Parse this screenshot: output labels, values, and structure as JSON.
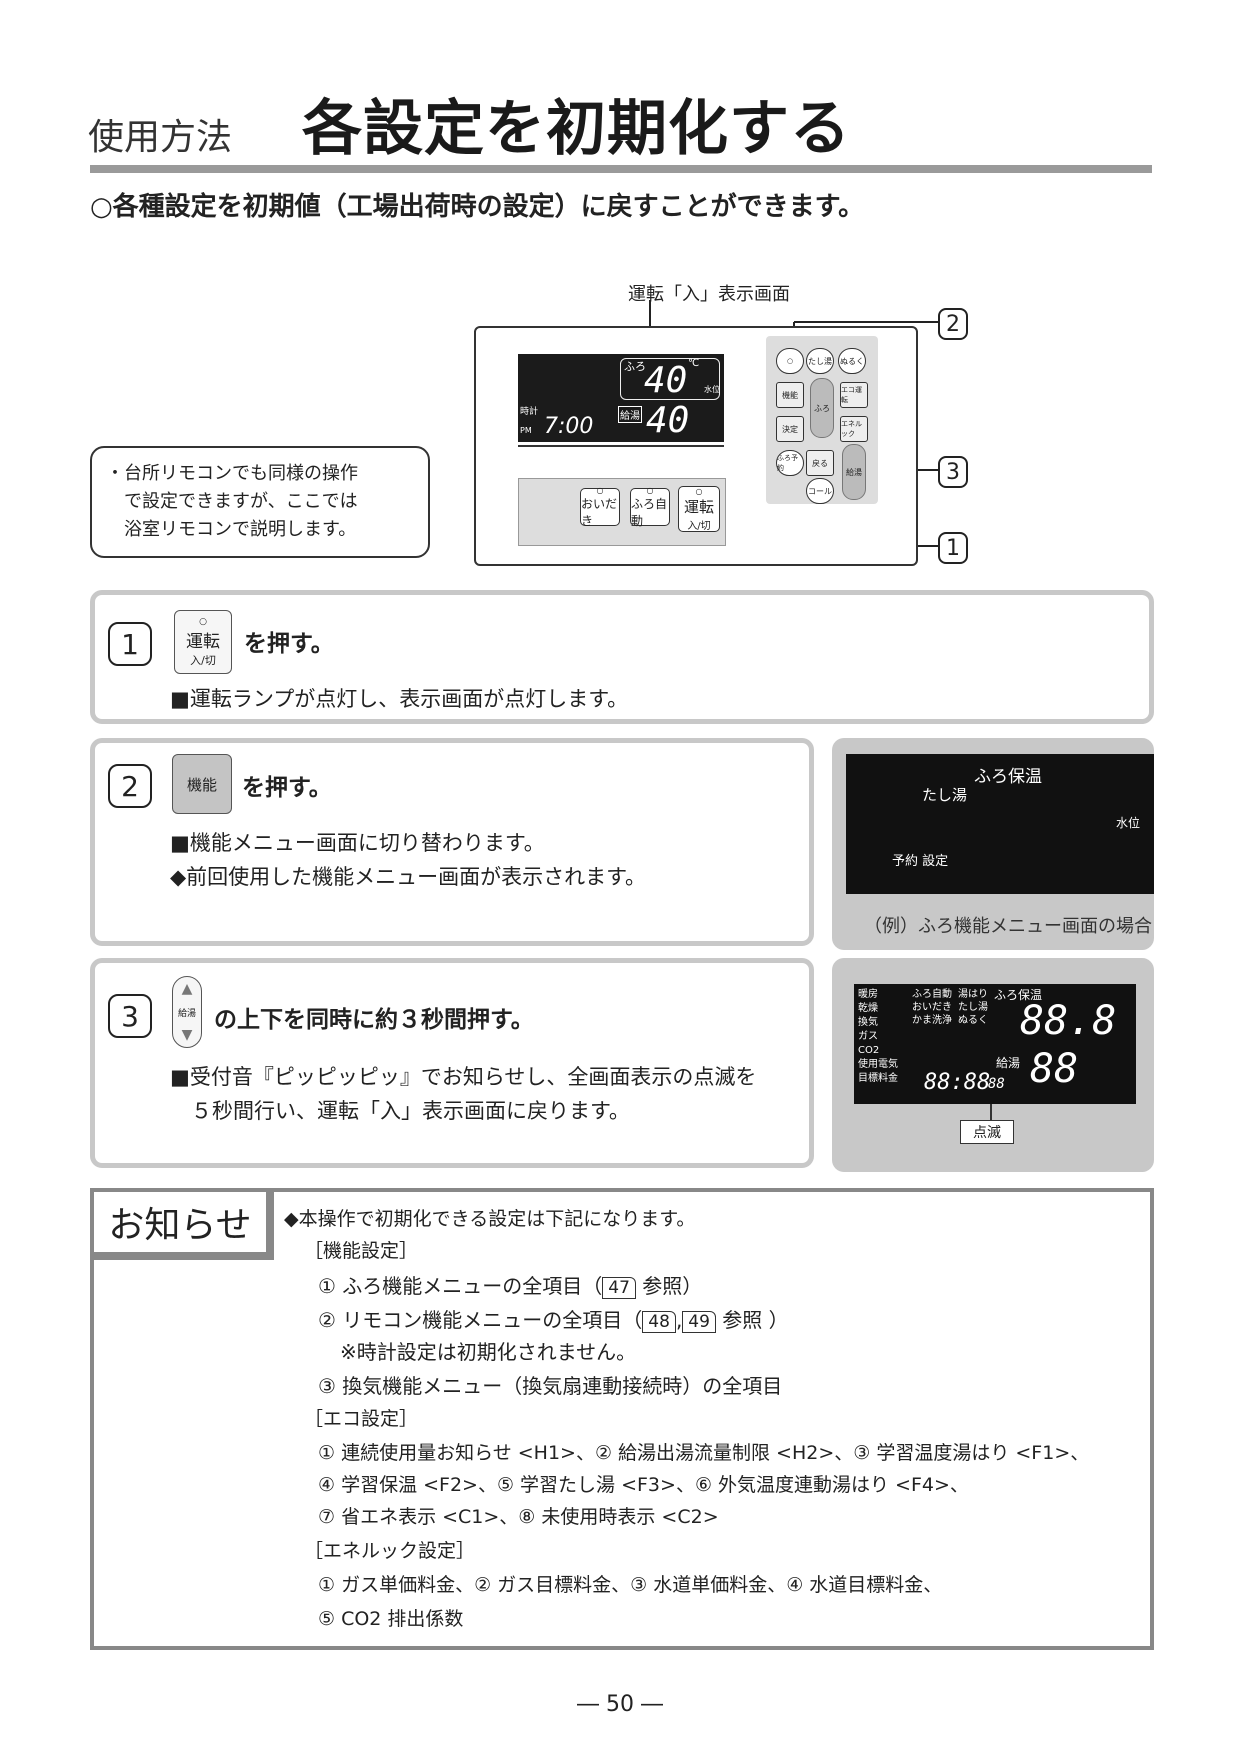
{
  "header": {
    "section": "使用方法",
    "title": "各設定を初期化する"
  },
  "intro": "○各種設定を初期値（工場出荷時の設定）に戻すことができます。",
  "diagram": {
    "screen_label": "運転「入」表示画面",
    "lcd": {
      "furo": "ふろ",
      "temp1": "40",
      "clock_label": "時計",
      "pm": "PM",
      "time": "7:00",
      "kyuto": "給湯",
      "temp2": "40",
      "unit": "℃",
      "level": "水位"
    },
    "buttons": {
      "oidaki": "おいだき",
      "furo_auto": "ふろ自動",
      "unten": "運転",
      "onoff": "入/切"
    },
    "controls": {
      "kinou": "機能",
      "kettei": "決定",
      "furo_yoyaku": "ふろ予約",
      "modoru": "戻る",
      "call": "コール",
      "tashiyu": "たし湯",
      "nuruku": "ぬるく",
      "eco": "エコ運転",
      "eneluck": "エネルック",
      "furo": "ふろ",
      "kyuto": "給湯"
    },
    "callouts": [
      "2",
      "3",
      "1"
    ]
  },
  "note": [
    "・台所リモコンでも同様の操作",
    "　で設定できますが、ここでは",
    "　浴室リモコンで説明します。"
  ],
  "steps": [
    {
      "num": "1",
      "icon": "運転",
      "icon_sub": "入/切",
      "action": "を押す。",
      "bullets": [
        "■運転ランプが点灯し、表示画面が点灯します。"
      ]
    },
    {
      "num": "2",
      "icon": "機能",
      "action": "を押す。",
      "bullets": [
        "■機能メニュー画面に切り替わります。",
        "◆前回使用した機能メニュー画面が表示されます。"
      ]
    },
    {
      "num": "3",
      "icon": "給湯",
      "action": "の上下を同時に約３秒間押す。",
      "bullets": [
        "■受付音『ピッピッピッ』でお知らせし、全画面表示の点滅を",
        "　５秒間行い、運転「入」表示画面に戻ります。"
      ]
    }
  ],
  "screen2": {
    "furo_hoon": "ふろ保温",
    "tashiyu": "たし湯",
    "suii": "水位",
    "yoyaku": "予約 設定",
    "caption": "（例）ふろ機能メニュー画面の場合"
  },
  "screen3": {
    "left_labels": [
      "暖房",
      "乾燥",
      "換気",
      "ガス",
      "CO2",
      "使用電気",
      "目標料金"
    ],
    "mid_labels": [
      "ふろ自動",
      "おいだき",
      "かま洗浄",
      "湯はり",
      "たし湯",
      "ぬるく"
    ],
    "top_right": "ふろ保温",
    "big1": "88.8",
    "kyuto": "給湯",
    "big2": "88",
    "clock": "88:88",
    "small": "88",
    "blink": "点滅"
  },
  "notice": {
    "tab": "お知らせ",
    "lead": "◆本操作で初期化できる設定は下記になります。",
    "sec1": "［機能設定］",
    "s1_1a": "① ふろ機能メニューの全項目（",
    "s1_1ref": "47",
    "s1_1b": "参照）",
    "s1_2a": "② リモコン機能メニューの全項目（",
    "s1_2ref1": "48",
    "s1_2ref2": "49",
    "s1_2b": "参照 ）",
    "s1_note": "※時計設定は初期化されません。",
    "s1_3": "③ 換気機能メニュー（換気扇連動接続時）の全項目",
    "sec2": "［エコ設定］",
    "s2_1": "① 連続使用量お知らせ <H1>、② 給湯出湯流量制限 <H2>、③ 学習温度湯はり <F1>、",
    "s2_2": "④ 学習保温 <F2>、⑤ 学習たし湯 <F3>、⑥ 外気温度連動湯はり <F4>、",
    "s2_3": "⑦ 省エネ表示 <C1>、⑧ 未使用時表示 <C2>",
    "sec3": "［エネルック設定］",
    "s3_1": "① ガス単価料金、② ガス目標料金、③ 水道単価料金、④ 水道目標料金、",
    "s3_2": "⑤ CO2 排出係数"
  },
  "page": "― 50 ―"
}
